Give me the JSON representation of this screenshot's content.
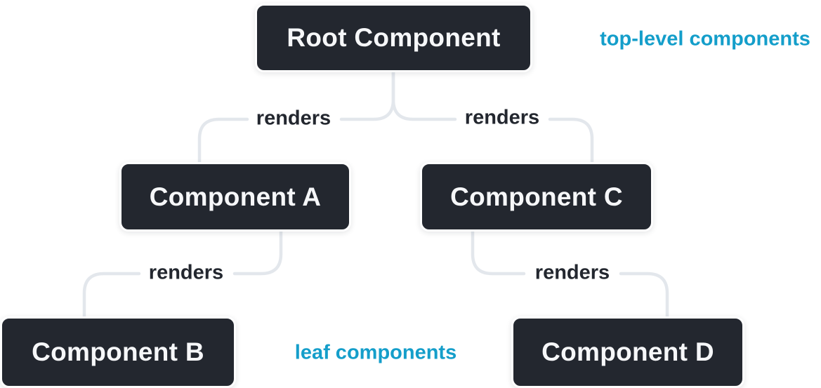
{
  "diagram": {
    "nodes": [
      {
        "id": "root",
        "label": "Root Component"
      },
      {
        "id": "a",
        "label": "Component A"
      },
      {
        "id": "c",
        "label": "Component C"
      },
      {
        "id": "b",
        "label": "Component B"
      },
      {
        "id": "d",
        "label": "Component D"
      }
    ],
    "edges": [
      {
        "from": "Root Component",
        "to": "Component A",
        "label": "renders"
      },
      {
        "from": "Root Component",
        "to": "Component C",
        "label": "renders"
      },
      {
        "from": "Component A",
        "to": "Component B",
        "label": "renders"
      },
      {
        "from": "Component C",
        "to": "Component D",
        "label": "renders"
      }
    ],
    "annotations": [
      {
        "text": "top-level components",
        "position": "top-right",
        "color": "#149ECA"
      },
      {
        "text": "leaf components",
        "position": "bottom-center",
        "color": "#149ECA"
      }
    ],
    "colors": {
      "node_fill": "#23272F",
      "node_border": "#FFFFFF",
      "node_text": "#F6F7F9",
      "edge_line": "#E3E7EC",
      "edge_label_text": "#23272F",
      "annotation_text": "#149ECA",
      "background": "#FFFFFF"
    }
  }
}
